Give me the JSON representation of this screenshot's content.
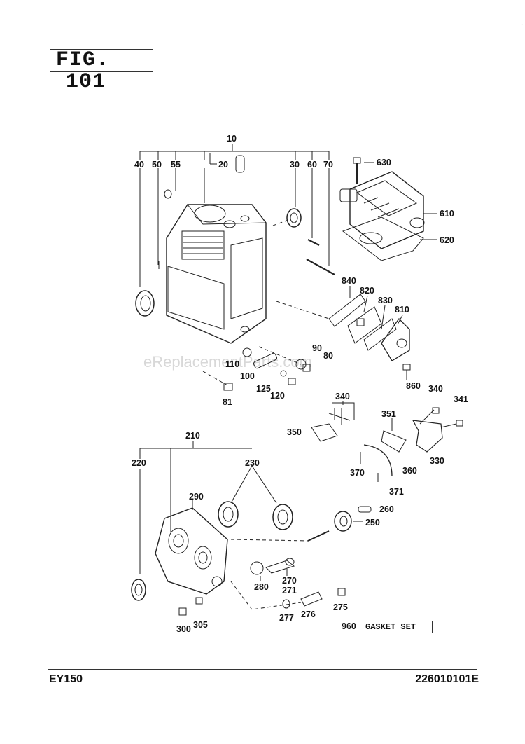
{
  "figure": {
    "prefix": "FIG.",
    "number": "101"
  },
  "footer": {
    "model": "EY150",
    "code": "226010101E"
  },
  "watermark": "eReplacementParts.com",
  "corner_mark": "·",
  "gasket_set": {
    "number": "960",
    "label": "GASKET SET"
  },
  "part_labels": [
    "10",
    "20",
    "30",
    "40",
    "50",
    "55",
    "60",
    "70",
    "630",
    "610",
    "620",
    "840",
    "820",
    "830",
    "810",
    "90",
    "80",
    "110",
    "100",
    "125",
    "120",
    "81",
    "860",
    "340",
    "340",
    "341",
    "350",
    "351",
    "330",
    "360",
    "370",
    "371",
    "210",
    "220",
    "230",
    "290",
    "260",
    "250",
    "280",
    "270",
    "271",
    "275",
    "277",
    "276",
    "300",
    "305"
  ]
}
